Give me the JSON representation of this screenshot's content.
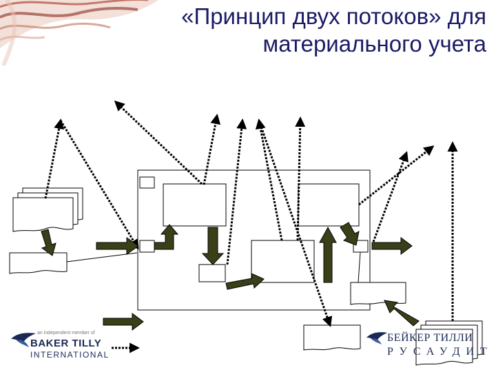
{
  "title": {
    "line1": "«Принцип двух потоков» для",
    "line2": "материального учета"
  },
  "logo_left": {
    "tagline": "an independent member of",
    "name": "BAKER TILLY",
    "sub": "INTERNATIONAL"
  },
  "logo_right": {
    "line1": "БЕЙКЕР ТИЛЛИ",
    "line2": "РУСАУДИТ"
  },
  "legend": {
    "material_flow": "solid dark olive arrow",
    "info_flow": "dotted arrow"
  },
  "colors": {
    "title": "#1a1a66",
    "flow_arrow": "#3b3f18",
    "flow_arrow_outline": "#000000",
    "logo": "#1a2a55",
    "corner_decor": "#7a1f1f"
  }
}
